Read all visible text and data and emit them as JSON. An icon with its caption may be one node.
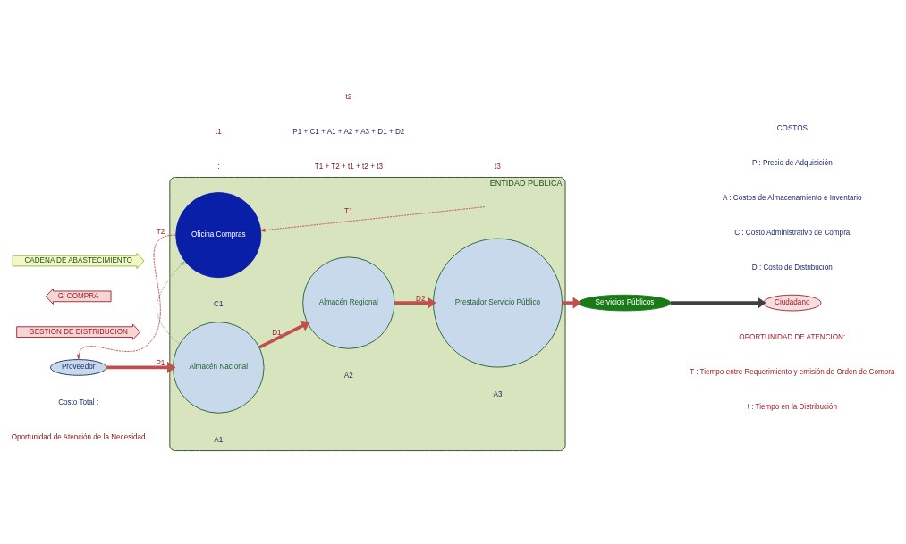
{
  "diagram": {
    "nodes": [
      {
        "text": [
          "CADENA DE ABASTECIMIENTO"
        ]
      },
      {
        "text": [
          "G' COMPRA"
        ]
      },
      {
        "text": [
          "GESTION DE DISTRIBUCION"
        ]
      },
      {
        "text": [
          "ENTIDAD PUBLICA"
        ]
      },
      {
        "text": [
          "Oficina Compras"
        ],
        "in": 3,
        "beside": [
          "C1"
        ]
      },
      {
        "text": [
          "Proveedor"
        ]
      },
      {
        "text": [
          "Almacén Nacional"
        ],
        "in": 3,
        "beside": [
          "A1"
        ]
      },
      {
        "text": [
          "Almacén Regional"
        ],
        "in": 3,
        "beside": [
          "A2"
        ]
      },
      {
        "text": [
          "Prestador Servicio Público"
        ],
        "in": 3,
        "beside": [
          "A3"
        ]
      },
      {
        "text": [
          "Servicios Públicos"
        ]
      },
      {
        "text": [
          "Ciudadano"
        ]
      }
    ],
    "edges": [
      {
        "from": 4,
        "to": 5,
        "arrow": "to",
        "label": "T2",
        "style": "dashed"
      },
      {
        "from": null,
        "to": 4,
        "arrow": "to",
        "label": "T1",
        "style": "dashed"
      },
      {
        "from": 6,
        "to": 4,
        "arrow": "to",
        "style": "dashed",
        "color": "#8fbc8f"
      },
      {
        "from": 5,
        "to": 6,
        "arrow": "to",
        "label": "P1"
      },
      {
        "from": 6,
        "to": 7,
        "arrow": "to",
        "label": "D1"
      },
      {
        "from": 7,
        "to": 8,
        "arrow": "to",
        "label": "D2"
      },
      {
        "from": 8,
        "to": 9,
        "arrow": "to"
      },
      {
        "from": 9,
        "to": 10,
        "arrow": "to",
        "color": "#404040"
      }
    ],
    "labels": [
      "t1",
      "t2",
      "t3",
      "COSTOS",
      "P : Precio de Adquisición",
      "A : Costos de Almacenamiento e Inventario",
      "C : Costo Administrativo de Compra",
      "D : Costo de Distribución",
      "OPORTUNIDAD DE ATENCION:",
      "T : Tiempo entre Requerimiento y emisión de Orden de Compra",
      "t : Tiempo en la Distribución",
      "Costo Total :",
      "P1 + C1 + A1 + A2 + A3 + D1 + D2",
      "Oportunidad de Atención de la Necesidad",
      ":",
      "T1 + T2 + t1 + t2 + t3"
    ]
  }
}
